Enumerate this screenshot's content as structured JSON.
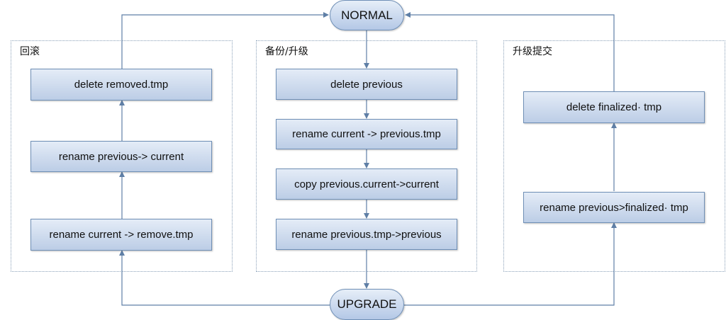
{
  "states": {
    "normal": "NORMAL",
    "upgrade": "UPGRADE"
  },
  "groups": {
    "rollback": {
      "title": "回滚",
      "steps": [
        "delete  removed.tmp",
        "rename previous-> current",
        "rename current -> remove.tmp"
      ]
    },
    "backup_upgrade": {
      "title": "备份/升级",
      "steps": [
        "delete previous",
        "rename current -> previous.tmp",
        "copy previous.current->current",
        "rename previous.tmp->previous"
      ]
    },
    "commit": {
      "title": "升级提交",
      "steps": [
        "delete finalized· tmp",
        "rename previous>finalized· tmp"
      ]
    }
  },
  "colors": {
    "box_fill_top": "#e4ecf7",
    "box_fill_bottom": "#bccde6",
    "box_border": "#6f8fb6",
    "connector": "#5f7fa6",
    "group_border": "#8aa0b8"
  }
}
